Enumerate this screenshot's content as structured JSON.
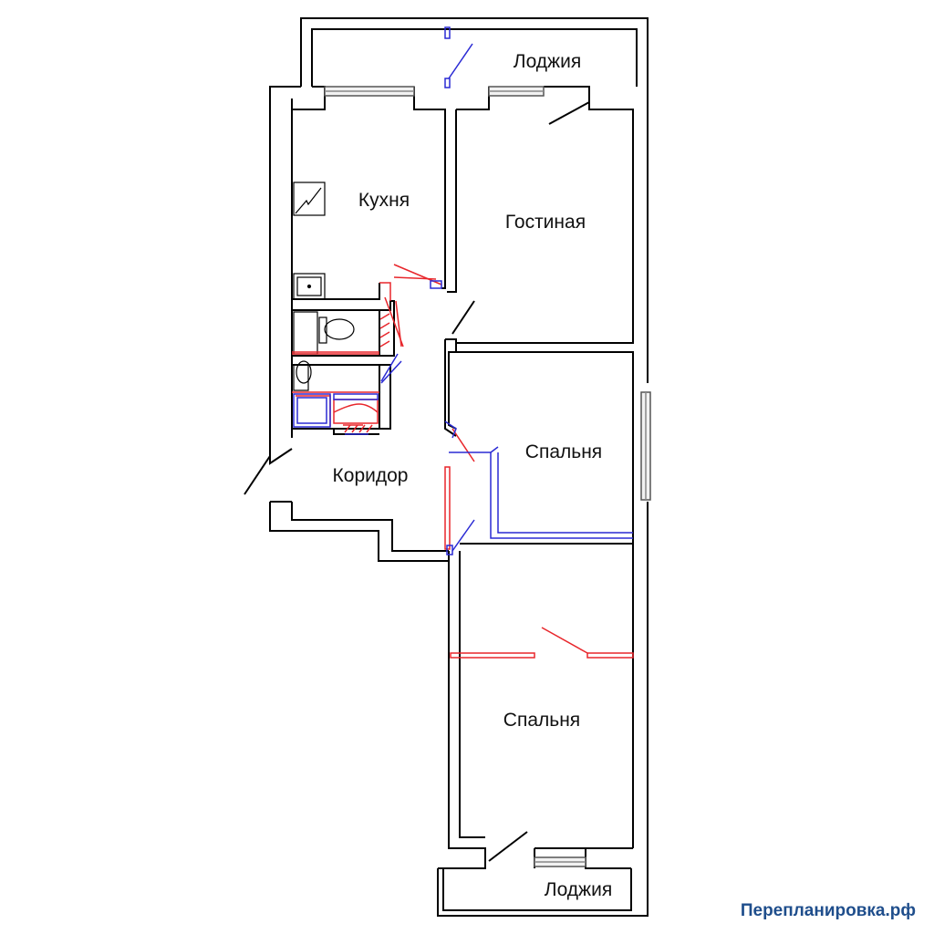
{
  "rooms": {
    "loggia_top": "Лоджия",
    "kitchen": "Кухня",
    "living_room": "Гостиная",
    "bedroom_1": "Спальня",
    "corridor": "Коридор",
    "bedroom_2": "Спальня",
    "loggia_bottom": "Лоджия"
  },
  "watermark": "Перепланировка.рф",
  "colors": {
    "wall": "#000000",
    "new_partition": "#e8262b",
    "demolished": "#2a2ad4",
    "text": "#111111",
    "watermark": "#1f4e8c"
  }
}
